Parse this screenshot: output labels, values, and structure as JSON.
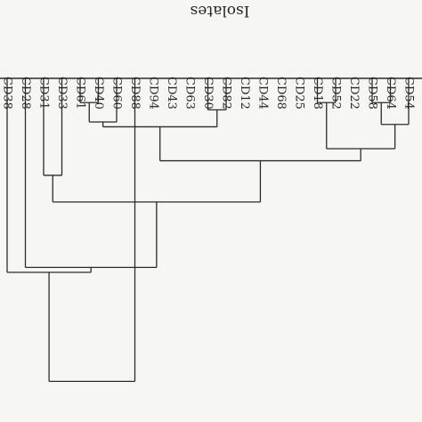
{
  "chart_data": {
    "type": "dendrogram",
    "orientation": "inverted",
    "title": "Isolates",
    "leaves": [
      "CD38",
      "CD28",
      "CD31",
      "CD33",
      "CD61",
      "CD40",
      "CD60",
      "CD88",
      "CD94",
      "CD43",
      "CD63",
      "CD30",
      "CD82",
      "CD12",
      "CD44",
      "CD68",
      "CD25",
      "CD18",
      "CD52",
      "CD22",
      "CD58",
      "CD64",
      "CD54"
    ],
    "merges": [
      {
        "a": "L:CD61",
        "b": "L:CD40",
        "height": 0.7
      },
      {
        "a": "L:CD30",
        "b": "L:CD82",
        "height": 0.73
      },
      {
        "a": "L:CD18",
        "b": "L:CD52",
        "height": 0.7
      },
      {
        "a": "L:CD58",
        "b": "L:CD64",
        "height": 0.7
      },
      {
        "a": "M:3",
        "b": "L:CD54",
        "height": 0.79
      },
      {
        "a": "L:CD60",
        "b": "M:0",
        "height": 0.78
      },
      {
        "a": "M:5",
        "b": "M:1",
        "height": 0.8
      },
      {
        "a": "M:2",
        "b": "M:4",
        "height": 0.89
      },
      {
        "a": "M:6",
        "b": "M:7",
        "height": 0.94
      },
      {
        "a": "L:CD31",
        "b": "L:CD33",
        "height": 1.0
      },
      {
        "a": "M:9",
        "b": "M:8",
        "height": 1.11
      },
      {
        "a": "L:CD28",
        "b": "M:10",
        "height": 1.38
      },
      {
        "a": "L:CD38",
        "b": "M:11",
        "height": 1.4
      },
      {
        "a": "M:12",
        "b": "L:CD88",
        "height": 1.85
      }
    ],
    "ylim": [
      0.6,
      1.9
    ],
    "line_color": "#2b2b2b",
    "text_color": "#262626",
    "background": "#f6f6f4"
  }
}
